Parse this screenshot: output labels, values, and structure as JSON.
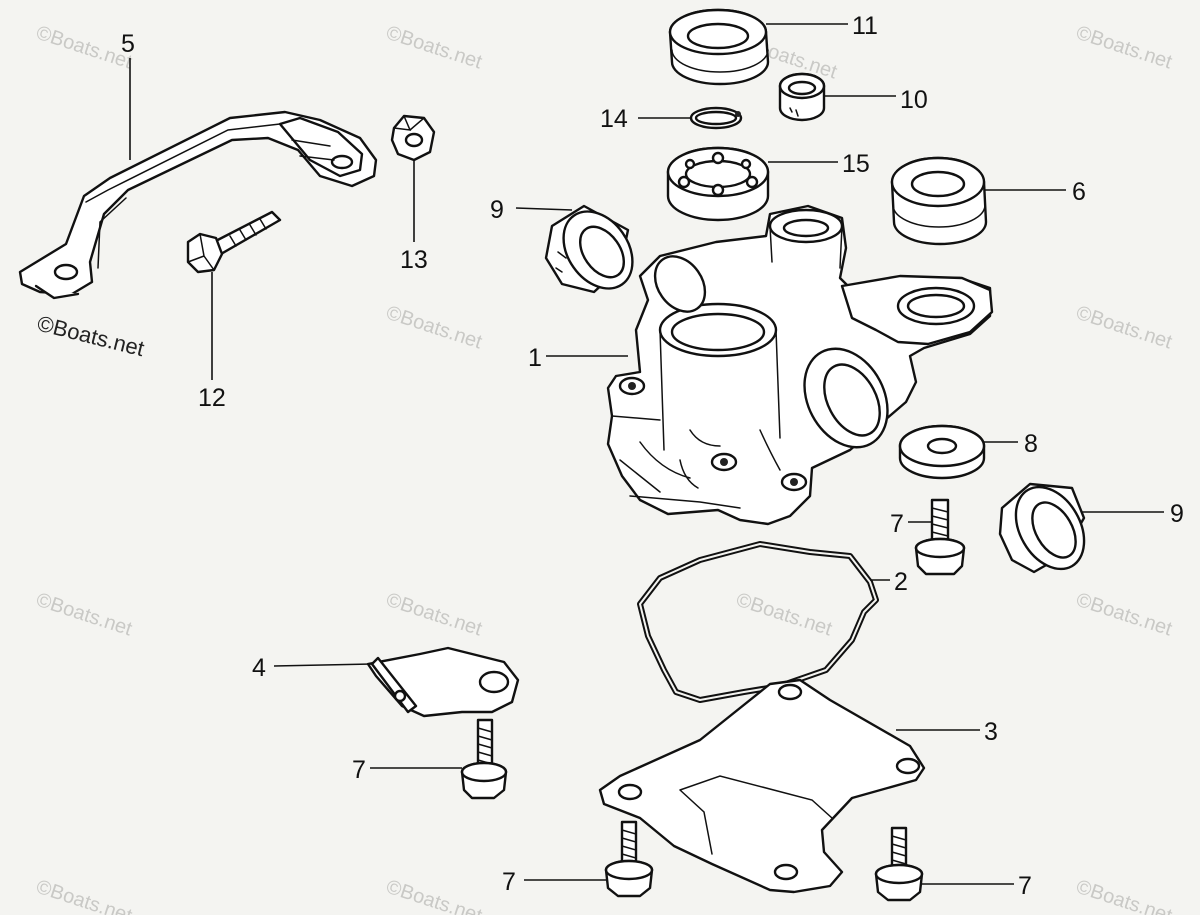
{
  "watermark": "©Boats.net",
  "callouts": {
    "c1": "1",
    "c2": "2",
    "c3": "3",
    "c4": "4",
    "c5": "5",
    "c6": "6",
    "c7a": "7",
    "c7b": "7",
    "c7c": "7",
    "c7d": "7",
    "c8": "8",
    "c9a": "9",
    "c9b": "9",
    "c10": "10",
    "c11": "11",
    "c12": "12",
    "c13": "13",
    "c14": "14",
    "c15": "15"
  }
}
